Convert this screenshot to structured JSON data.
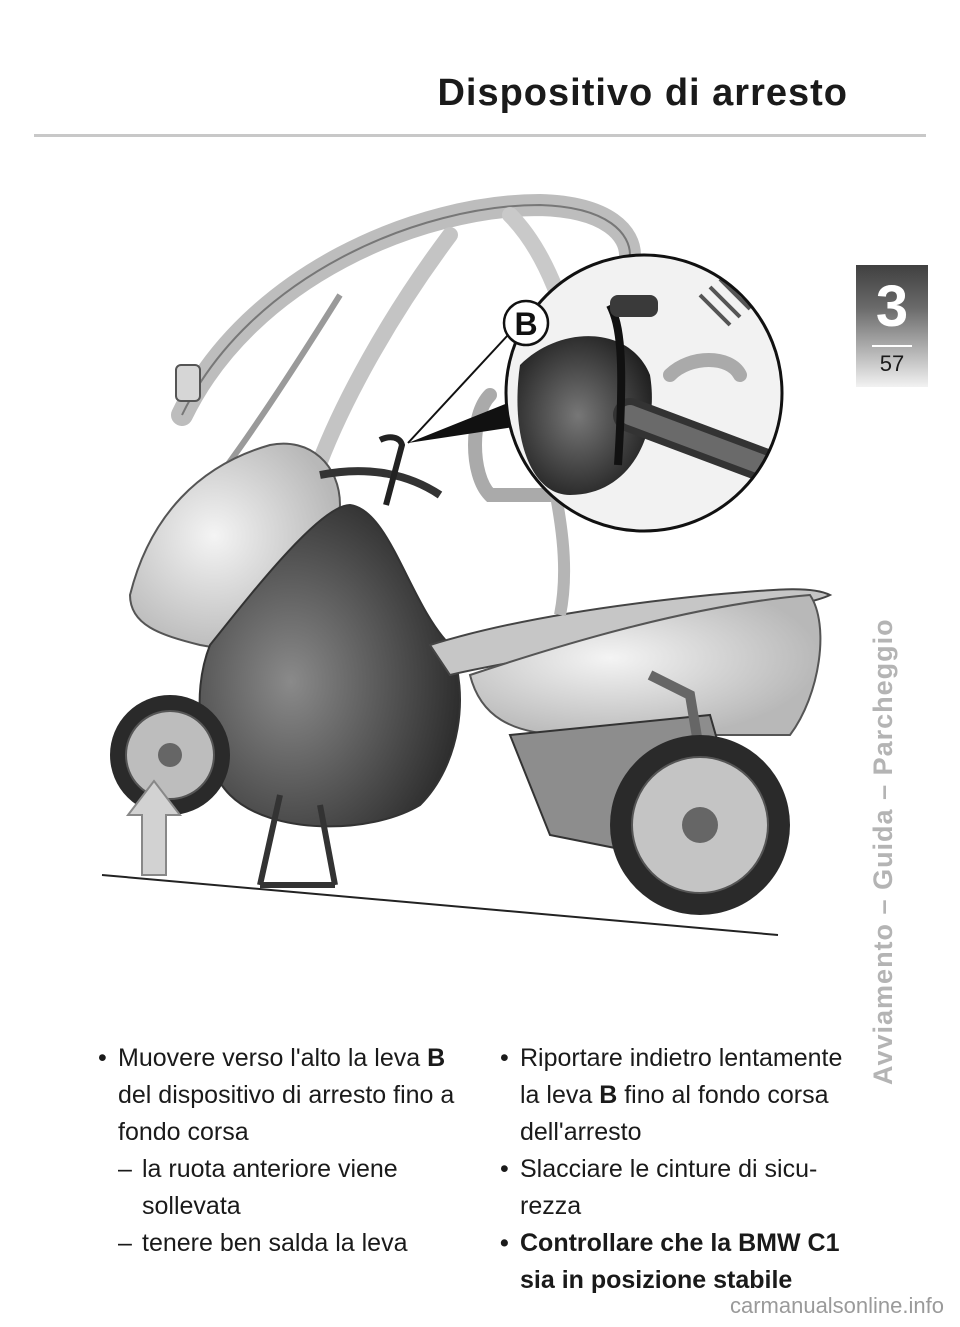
{
  "header": {
    "title": "Dispositivo di arresto"
  },
  "chapter": {
    "number": "3",
    "page": "57"
  },
  "side_label": "Avviamento – Guida – Parcheggio",
  "figure": {
    "callout_label": "B"
  },
  "left_column": {
    "bullet1": {
      "pre": "Muovere verso l'alto la leva ",
      "bold": "B",
      "post": " del dispositivo di arresto fino a fondo corsa"
    },
    "dash1": "la ruota anteriore viene sollevata",
    "dash2": "tenere ben salda la leva"
  },
  "right_column": {
    "bullet1": {
      "pre": "Riportare indietro lentamente la leva ",
      "bold": "B",
      "post": " fino al fondo corsa dell'arresto"
    },
    "bullet2": "Slacciare le cinture di sicu-rezza",
    "bullet3": "Controllare che la BMW C1 sia in posizione stabile"
  },
  "footer": {
    "watermark": "carmanualsonline.info"
  }
}
